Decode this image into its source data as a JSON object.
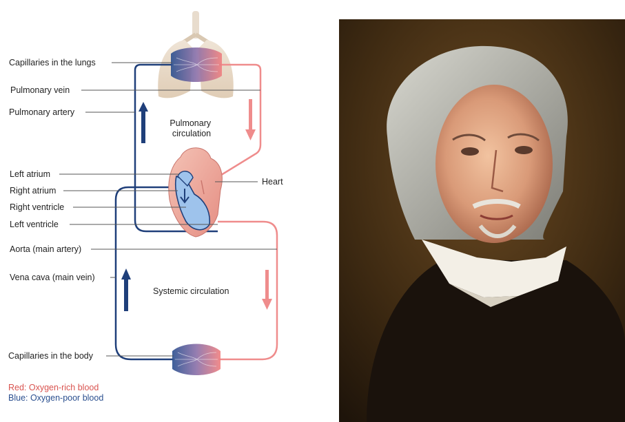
{
  "diagram": {
    "labels": {
      "capillaries_lungs": "Capillaries in the lungs",
      "pulmonary_vein": "Pulmonary vein",
      "pulmonary_artery": "Pulmonary artery",
      "left_atrium": "Left atrium",
      "right_atrium": "Right atrium",
      "right_ventricle": "Right ventricle",
      "left_ventricle": "Left ventricle",
      "aorta": "Aorta (main artery)",
      "vena_cava": "Vena cava (main vein)",
      "capillaries_body": "Capillaries in the body",
      "heart": "Heart"
    },
    "pulmonary_circulation": [
      "Pulmonary",
      "circulation"
    ],
    "systemic_circulation": "Systemic circulation",
    "legend": {
      "red": "Red: Oxygen-rich blood",
      "blue": "Blue: Oxygen-poor blood"
    },
    "colors": {
      "oxygen_rich": "#ef8c8c",
      "oxygen_poor": "#1f3f7a"
    }
  }
}
